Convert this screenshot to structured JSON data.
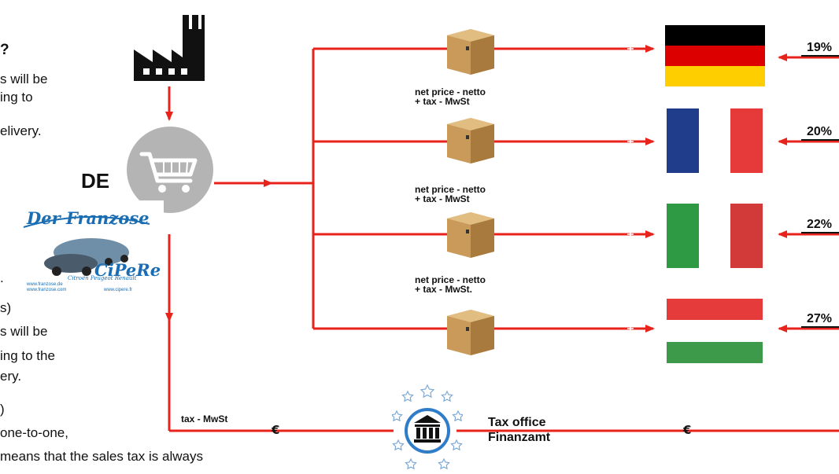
{
  "left_text": [
    "?",
    "s will be",
    "ing to",
    "elivery.",
    ".",
    "s)",
    "s will be",
    "ing to the",
    "ery.",
    ")",
    "one-to-one,",
    "means that the sales tax is always"
  ],
  "seller": {
    "country": "DE",
    "logo_top": "Der Franzose",
    "logo_sub": "Citroën Peugeot Renault",
    "logo_bottom": "CiPeRe",
    "logo_url1": "www.franzose.de",
    "logo_url2": "www.franzose.com",
    "logo_url3": "www.cipere.fr"
  },
  "captions": [
    {
      "line1": "net price - netto",
      "line2": "+ tax - MwSt"
    },
    {
      "line1": "net price - netto",
      "line2": "+ tax - MwSt"
    },
    {
      "line1": "net price - netto",
      "line2": "+ tax - MwSt."
    }
  ],
  "destinations": [
    {
      "country": "Germany",
      "rate": "19%",
      "colors": [
        "#000000",
        "#dd0000",
        "#ffce00"
      ]
    },
    {
      "country": "France",
      "rate": "20%",
      "colors": [
        "#1f3d8a",
        "#ffffff",
        "#e63a3a"
      ]
    },
    {
      "country": "Italy",
      "rate": "22%",
      "colors": [
        "#2e9a43",
        "#ffffff",
        "#d23a3a"
      ]
    },
    {
      "country": "Hungary",
      "rate": "27%",
      "colors": [
        "#e53b3b",
        "#ffffff",
        "#3d9a4a"
      ]
    }
  ],
  "tax_flow": {
    "label": "tax - MwSt",
    "euro_symbol": "€",
    "office_line1": "Tax office",
    "office_line2": "Finanzamt"
  },
  "colors": {
    "arrow": "#e8231c",
    "box": "#c99a5a",
    "circle": "#b4b4b4"
  }
}
